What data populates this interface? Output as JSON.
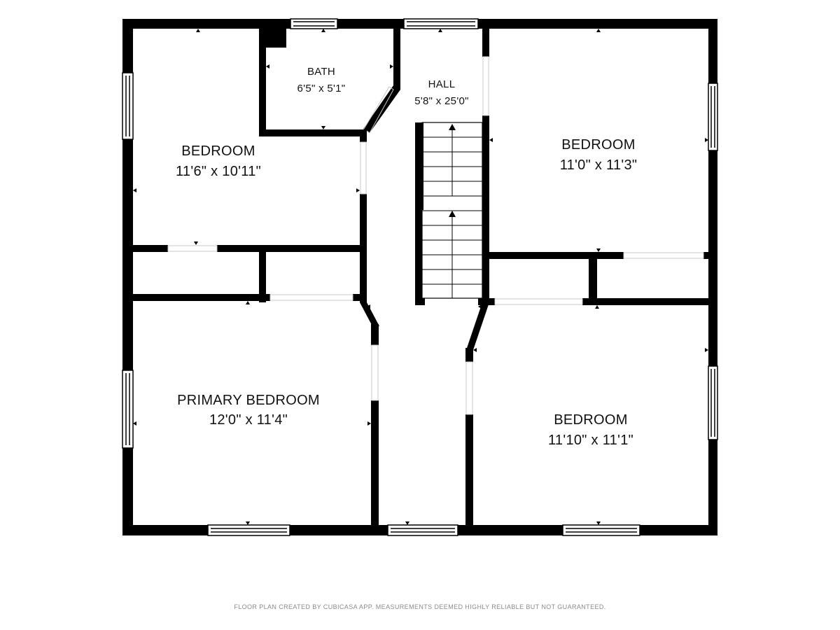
{
  "floorplan": {
    "rooms": [
      {
        "id": "bedroom-nw",
        "name": "BEDROOM",
        "dimensions": "11'6\" x 10'11\""
      },
      {
        "id": "bath",
        "name": "BATH",
        "dimensions": "6'5\" x 5'1\""
      },
      {
        "id": "hall",
        "name": "HALL",
        "dimensions": "5'8\" x 25'0\""
      },
      {
        "id": "bedroom-ne",
        "name": "BEDROOM",
        "dimensions": "11'0\" x 11'3\""
      },
      {
        "id": "primary-bedroom",
        "name": "PRIMARY BEDROOM",
        "dimensions": "12'0\" x 11'4\""
      },
      {
        "id": "bedroom-se",
        "name": "BEDROOM",
        "dimensions": "11'10\" x 11'1\""
      }
    ]
  },
  "footer": {
    "disclaimer": "FLOOR PLAN CREATED BY CUBICASA APP. MEASUREMENTS DEEMED HIGHLY RELIABLE BUT NOT GUARANTEED."
  }
}
